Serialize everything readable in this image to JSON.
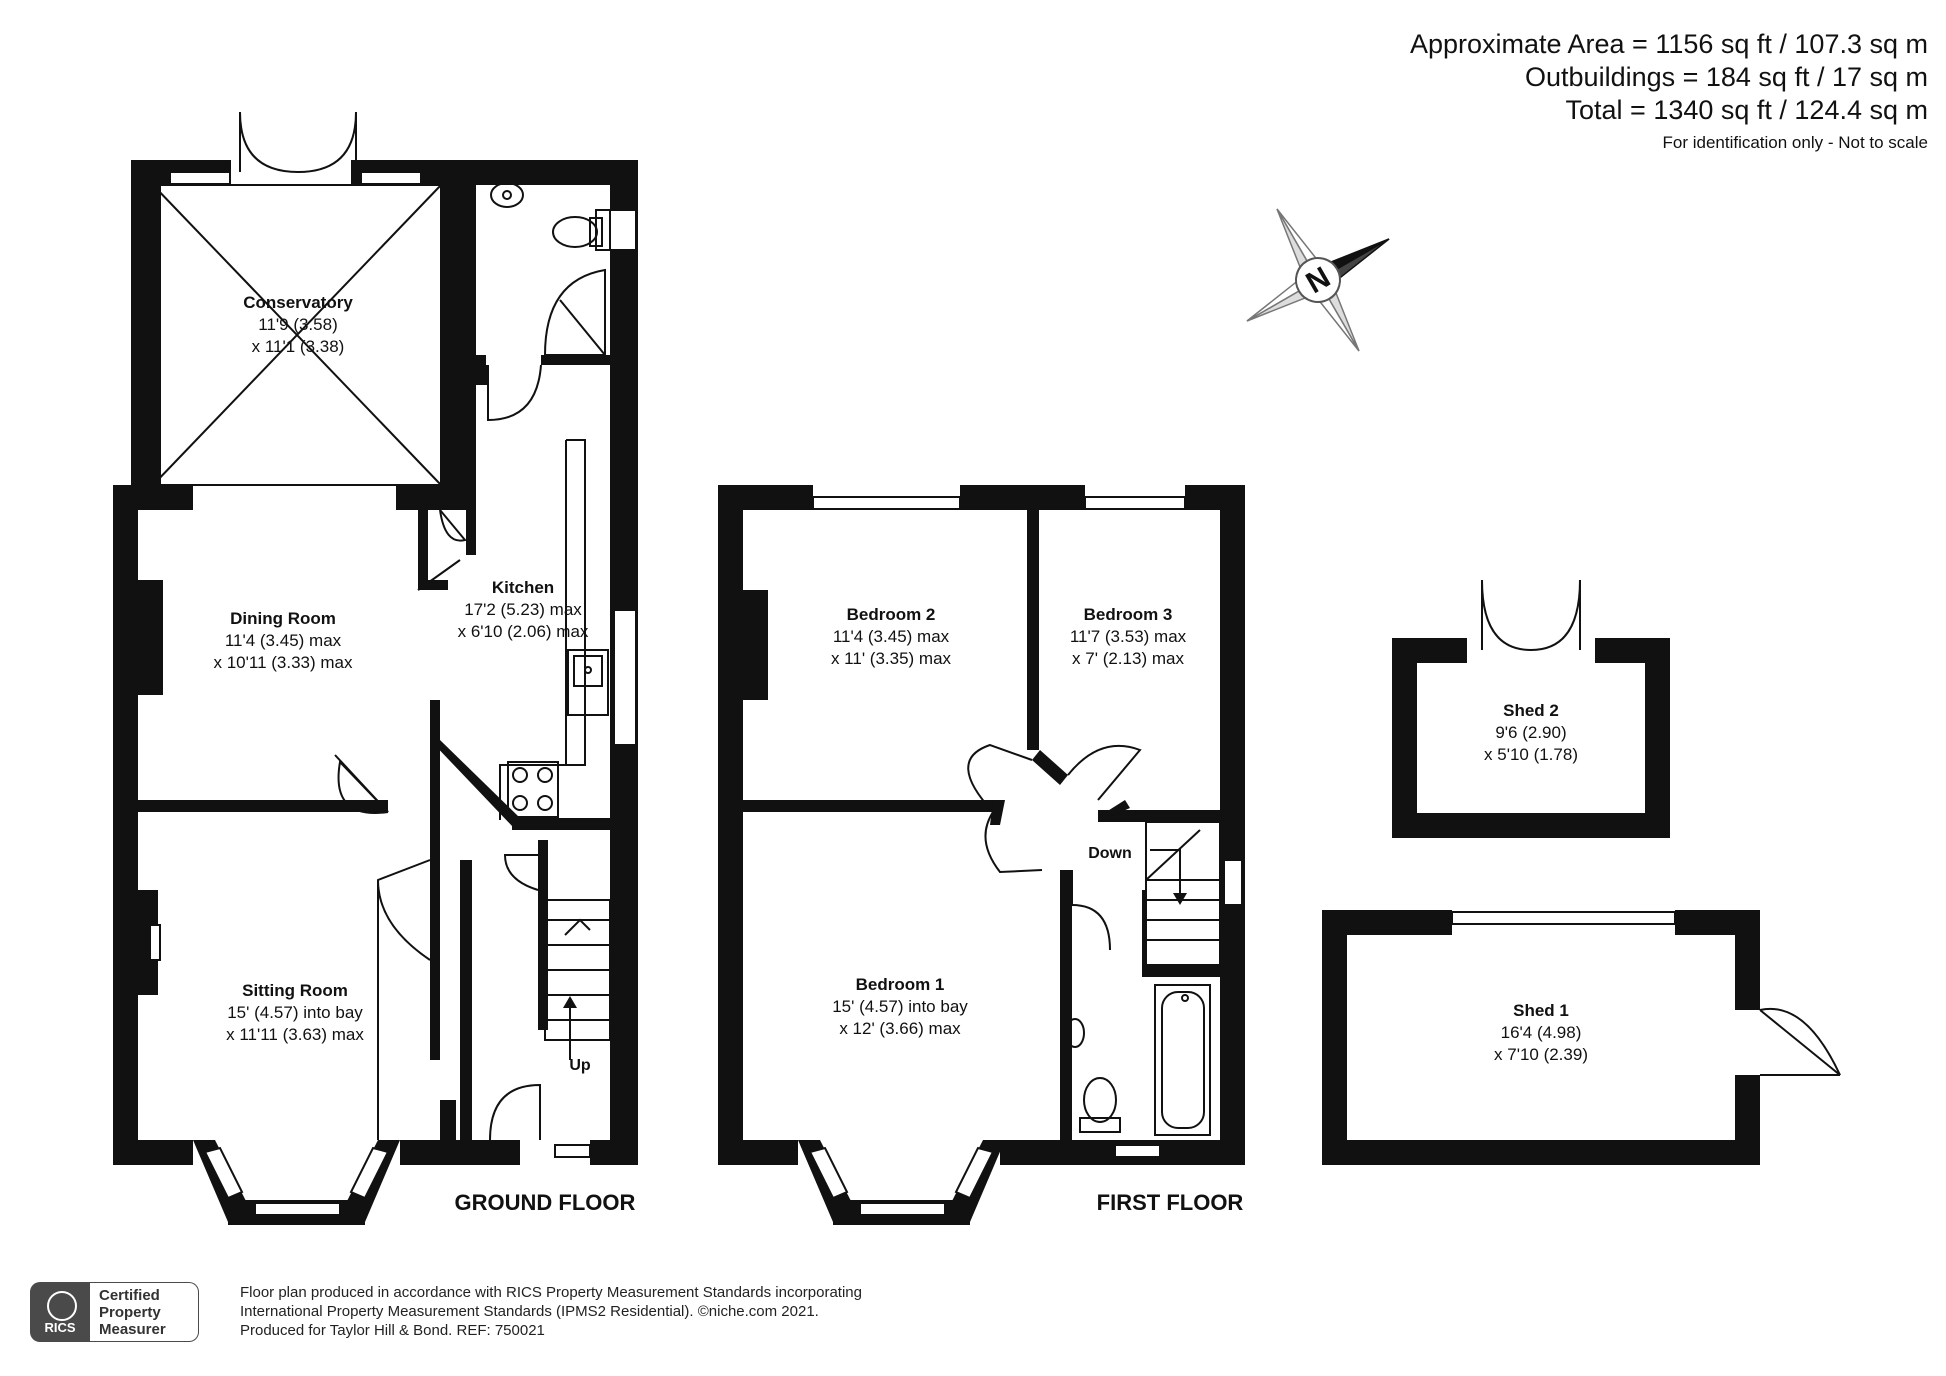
{
  "area": {
    "approx": "Approximate Area = 1156 sq ft / 107.3 sq m",
    "outbuildings": "Outbuildings = 184 sq ft / 17 sq m",
    "total": "Total = 1340 sq ft / 124.4 sq m",
    "note": "For identification only - Not to scale"
  },
  "compass": {
    "label": "N"
  },
  "floors": {
    "ground": {
      "label": "GROUND FLOOR",
      "rooms": {
        "conservatory": {
          "name": "Conservatory",
          "dim1": "11'9 (3.58)",
          "dim2": "x 11'1 (3.38)"
        },
        "dining": {
          "name": "Dining Room",
          "dim1": "11'4 (3.45) max",
          "dim2": "x 10'11 (3.33) max"
        },
        "kitchen": {
          "name": "Kitchen",
          "dim1": "17'2 (5.23) max",
          "dim2": "x 6'10 (2.06) max"
        },
        "sitting": {
          "name": "Sitting Room",
          "dim1": "15' (4.57) into bay",
          "dim2": "x 11'11 (3.63) max"
        }
      },
      "stairs": "Up"
    },
    "first": {
      "label": "FIRST FLOOR",
      "rooms": {
        "bedroom2": {
          "name": "Bedroom 2",
          "dim1": "11'4 (3.45) max",
          "dim2": "x 11' (3.35) max"
        },
        "bedroom3": {
          "name": "Bedroom 3",
          "dim1": "11'7 (3.53) max",
          "dim2": "x 7' (2.13) max"
        },
        "bedroom1": {
          "name": "Bedroom 1",
          "dim1": "15' (4.57) into bay",
          "dim2": "x 12' (3.66) max"
        }
      },
      "stairs": "Down"
    },
    "outbuildings": {
      "shed2": {
        "name": "Shed 2",
        "dim1": "9'6 (2.90)",
        "dim2": "x 5'10 (1.78)"
      },
      "shed1": {
        "name": "Shed 1",
        "dim1": "16'4 (4.98)",
        "dim2": "x 7'10 (2.39)"
      }
    }
  },
  "footer": {
    "line1": "Floor plan produced in accordance with RICS Property Measurement Standards incorporating",
    "line2": "International Property Measurement Standards (IPMS2 Residential).   ©niche.com 2021.",
    "line3": "Produced for Taylor Hill & Bond.   REF:  750021"
  },
  "badge": {
    "org": "RICS",
    "line1": "Certified",
    "line2": "Property",
    "line3": "Measurer"
  },
  "colors": {
    "wall": "#111111",
    "badge": "#4a4a4a"
  }
}
